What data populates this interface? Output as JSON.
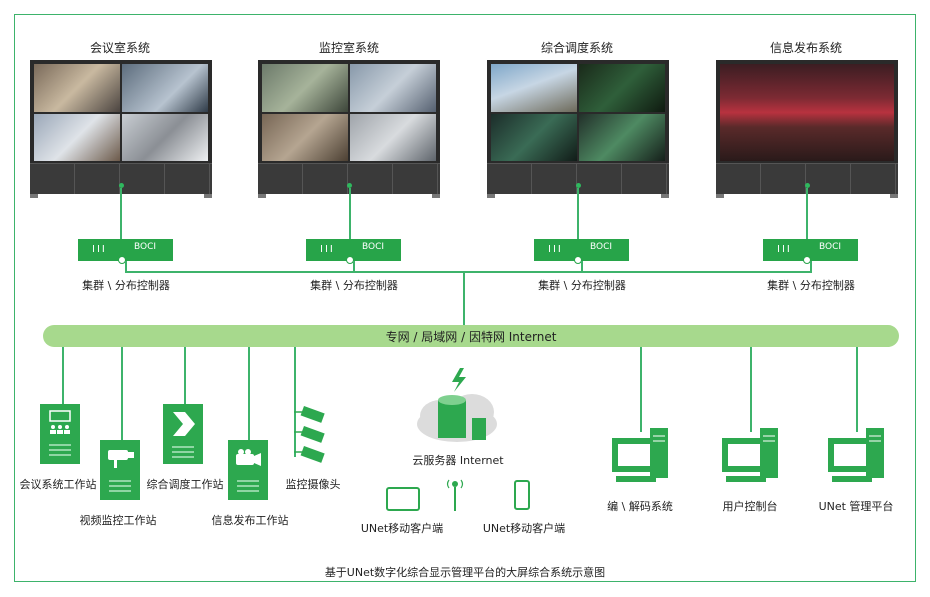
{
  "systems": [
    {
      "title": "会议室系统",
      "controller_brand": "BOCI",
      "controller_label": "集群 \\ 分布控制器"
    },
    {
      "title": "监控室系统",
      "controller_brand": "BOCI",
      "controller_label": "集群 \\ 分布控制器"
    },
    {
      "title": "综合调度系统",
      "controller_brand": "BOCI",
      "controller_label": "集群 \\ 分布控制器"
    },
    {
      "title": "信息发布系统",
      "controller_brand": "BOCI",
      "controller_label": "集群 \\ 分布控制器"
    }
  ],
  "network": {
    "label": "专网 / 局域网 / 因特网 Internet"
  },
  "clients": {
    "conf_ws": "会议系统工作站",
    "video_ws": "视频监控工作站",
    "dispatch_ws": "综合调度工作站",
    "info_ws": "信息发布工作站",
    "camera": "监控摄像头",
    "cloud": "云服务器 Internet",
    "mobile1": "UNet移动客户端",
    "mobile2": "UNet移动客户端",
    "codec": "编 \\ 解码系统",
    "user_console": "用户控制台",
    "unet_platform": "UNet 管理平台"
  },
  "caption": "基于UNet数字化综合显示管理平台的大屏综合系统示意图",
  "colors": {
    "accent": "#27a449",
    "bus": "#a7d98d",
    "wall": "#2a2a2a"
  }
}
